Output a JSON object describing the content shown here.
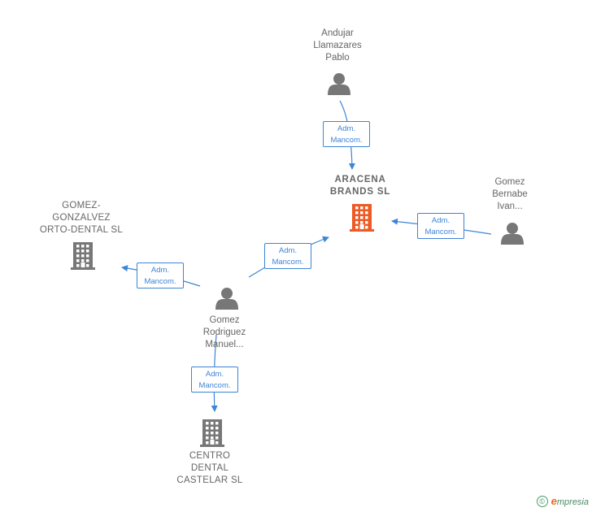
{
  "colors": {
    "main_company": "#ee5a24",
    "company": "#777777",
    "person": "#777777",
    "edge": "#3d84d6"
  },
  "nodes": [
    {
      "id": "aracena",
      "type": "main-company",
      "icon": "building-icon",
      "label": [
        "ARACENA",
        "BRANDS  SL"
      ]
    },
    {
      "id": "andujar",
      "type": "person",
      "icon": "person-icon",
      "label": [
        "Andujar",
        "Llamazares",
        "Pablo"
      ]
    },
    {
      "id": "bernabe",
      "type": "person",
      "icon": "person-icon",
      "label": [
        "Gomez",
        "Bernabe",
        "Ivan..."
      ]
    },
    {
      "id": "gonzalvez",
      "type": "company",
      "icon": "building-icon",
      "label": [
        "GOMEZ-",
        "GONZALVEZ",
        "ORTO-DENTAL SL"
      ]
    },
    {
      "id": "rodriguez",
      "type": "person",
      "icon": "person-icon",
      "label": [
        "Gomez",
        "Rodriguez",
        "Manuel..."
      ]
    },
    {
      "id": "castelar",
      "type": "company",
      "icon": "building-icon",
      "label": [
        "CENTRO",
        "DENTAL",
        "CASTELAR SL"
      ]
    }
  ],
  "edges": [
    {
      "from": "andujar",
      "to": "aracena",
      "label": [
        "Adm.",
        "Mancom."
      ]
    },
    {
      "from": "bernabe",
      "to": "aracena",
      "label": [
        "Adm.",
        "Mancom."
      ]
    },
    {
      "from": "rodriguez",
      "to": "aracena",
      "label": [
        "Adm.",
        "Mancom."
      ]
    },
    {
      "from": "rodriguez",
      "to": "gonzalvez",
      "label": [
        "Adm.",
        "Mancom."
      ]
    },
    {
      "from": "rodriguez",
      "to": "castelar",
      "label": [
        "Adm.",
        "Mancom."
      ]
    }
  ],
  "brand": {
    "copyright": "©",
    "e": "e",
    "word": "mpresia"
  }
}
